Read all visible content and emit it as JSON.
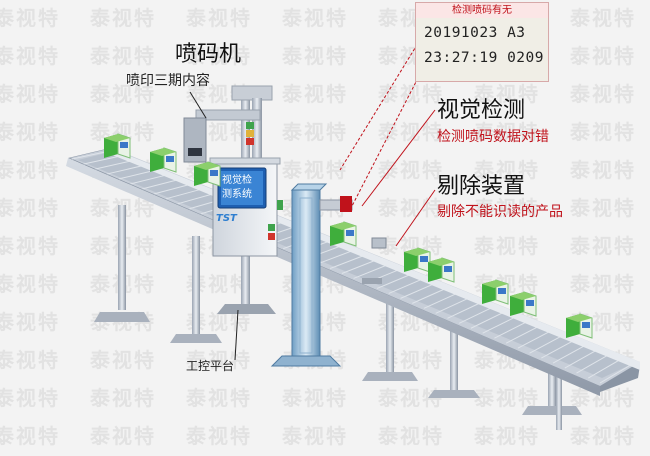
{
  "watermark": {
    "text": "泰视特"
  },
  "printer": {
    "title": "喷码机",
    "desc": "喷印三期内容"
  },
  "vision": {
    "title": "视觉检测",
    "desc": "检测喷码数据对错"
  },
  "reject": {
    "title": "剔除装置",
    "desc": "剔除不能识读的产品"
  },
  "platform": {
    "label": "工控平台"
  },
  "code_box": {
    "header": "检测喷码有无",
    "line1": "20191023 A3",
    "line2": "23:27:19 0209"
  },
  "screen": {
    "line1": "视觉检",
    "line2": "测系统"
  },
  "brand": {
    "text": "TST"
  },
  "colors": {
    "red": "#c0121b",
    "product_green": "#3fae3c",
    "conveyor": "#aeb7c4"
  }
}
